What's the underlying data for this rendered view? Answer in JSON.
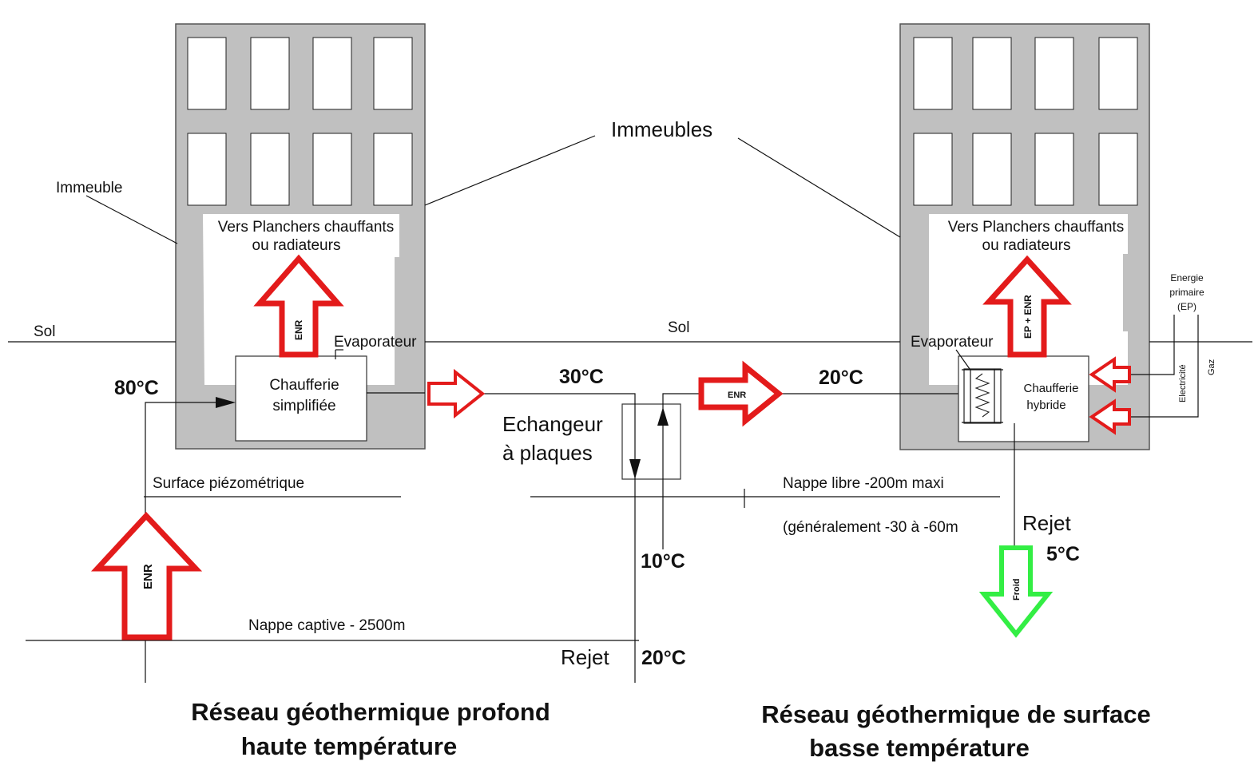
{
  "labels": {
    "immeubles": "Immeubles",
    "immeuble": "Immeuble",
    "sol_left": "Sol",
    "sol_center": "Sol",
    "vers_planchers_left_1": "Vers Planchers chauffants",
    "vers_planchers_left_2": "ou radiateurs",
    "vers_planchers_right_1": "Vers Planchers chauffants",
    "vers_planchers_right_2": "ou radiateurs",
    "evaporateur_left": "Evaporateur",
    "evaporateur_right": "Evaporateur",
    "chaufferie_simplifiee_1": "Chaufferie",
    "chaufferie_simplifiee_2": "simplifiée",
    "chaufferie_hybride_1": "Chaufferie",
    "chaufferie_hybride_2": "hybride",
    "echangeur_1": "Echangeur",
    "echangeur_2": "à plaques",
    "surface_piezometrique": "Surface piézométrique",
    "nappe_libre": "Nappe libre -200m maxi",
    "generalement": "(généralement -30 à -60m",
    "nappe_captive": "Nappe captive  - 2500m",
    "rejet_center": "Rejet",
    "rejet_right": "Rejet",
    "energie_primaire_1": "Energie",
    "energie_primaire_2": "primaire",
    "energie_primaire_3": "(EP)",
    "electricite": "Electricité",
    "gaz": "Gaz"
  },
  "temperatures": {
    "t80": "80°C",
    "t30": "30°C",
    "t20_top": "20°C",
    "t10": "10°C",
    "t20_bottom": "20°C",
    "t5": "5°C"
  },
  "arrows": {
    "enr_up_building": "ENR",
    "enr_up_ground": "ENR",
    "enr_right": "ENR",
    "ep_enr": "EP + ENR",
    "froid": "Froid"
  },
  "titles": {
    "left_1": "Réseau géothermique profond",
    "left_2": "haute température",
    "right_1": "Réseau géothermique de surface",
    "right_2": "basse température"
  },
  "colors": {
    "building_gray": "#c0c0c0",
    "arrow_red": "#e31b1b",
    "arrow_green": "#33ee44"
  }
}
